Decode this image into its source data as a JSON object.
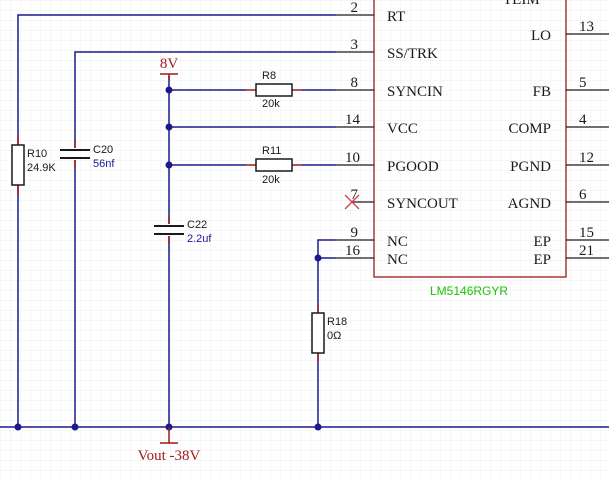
{
  "ic": {
    "top_label": "TEIM",
    "part_number": "LM5146RGYR",
    "left_pins": [
      {
        "num": "2",
        "name": "RT"
      },
      {
        "num": "3",
        "name": "SS/TRK"
      },
      {
        "num": "8",
        "name": "SYNCIN"
      },
      {
        "num": "14",
        "name": "VCC"
      },
      {
        "num": "10",
        "name": "PGOOD"
      },
      {
        "num": "7",
        "name": "SYNCOUT"
      },
      {
        "num": "9",
        "name": "NC"
      },
      {
        "num": "16",
        "name": "NC"
      }
    ],
    "right_pins": [
      {
        "num": "13",
        "name": "LO"
      },
      {
        "num": "5",
        "name": "FB"
      },
      {
        "num": "4",
        "name": "COMP"
      },
      {
        "num": "12",
        "name": "PGND"
      },
      {
        "num": "6",
        "name": "AGND"
      },
      {
        "num": "15",
        "name": "EP"
      },
      {
        "num": "21",
        "name": "EP"
      }
    ]
  },
  "components": {
    "r8": {
      "ref": "R8",
      "value": "20k"
    },
    "r11": {
      "ref": "R11",
      "value": "20k"
    },
    "r10": {
      "ref": "R10",
      "value": "24.9K"
    },
    "c20": {
      "ref": "C20",
      "value": "56nf"
    },
    "c22": {
      "ref": "C22",
      "value": "2.2uf"
    },
    "r18": {
      "ref": "R18",
      "value": "0Ω"
    }
  },
  "nets": {
    "power_8v": "8V",
    "vout": "Vout -38V"
  },
  "colors": {
    "wire": "#1a1a8c",
    "power": "#9c1a1a",
    "ic_body": "#9c1a1a",
    "part_label": "#19c400",
    "grid": "#e6e6ee",
    "no_connect": "#e04040"
  }
}
